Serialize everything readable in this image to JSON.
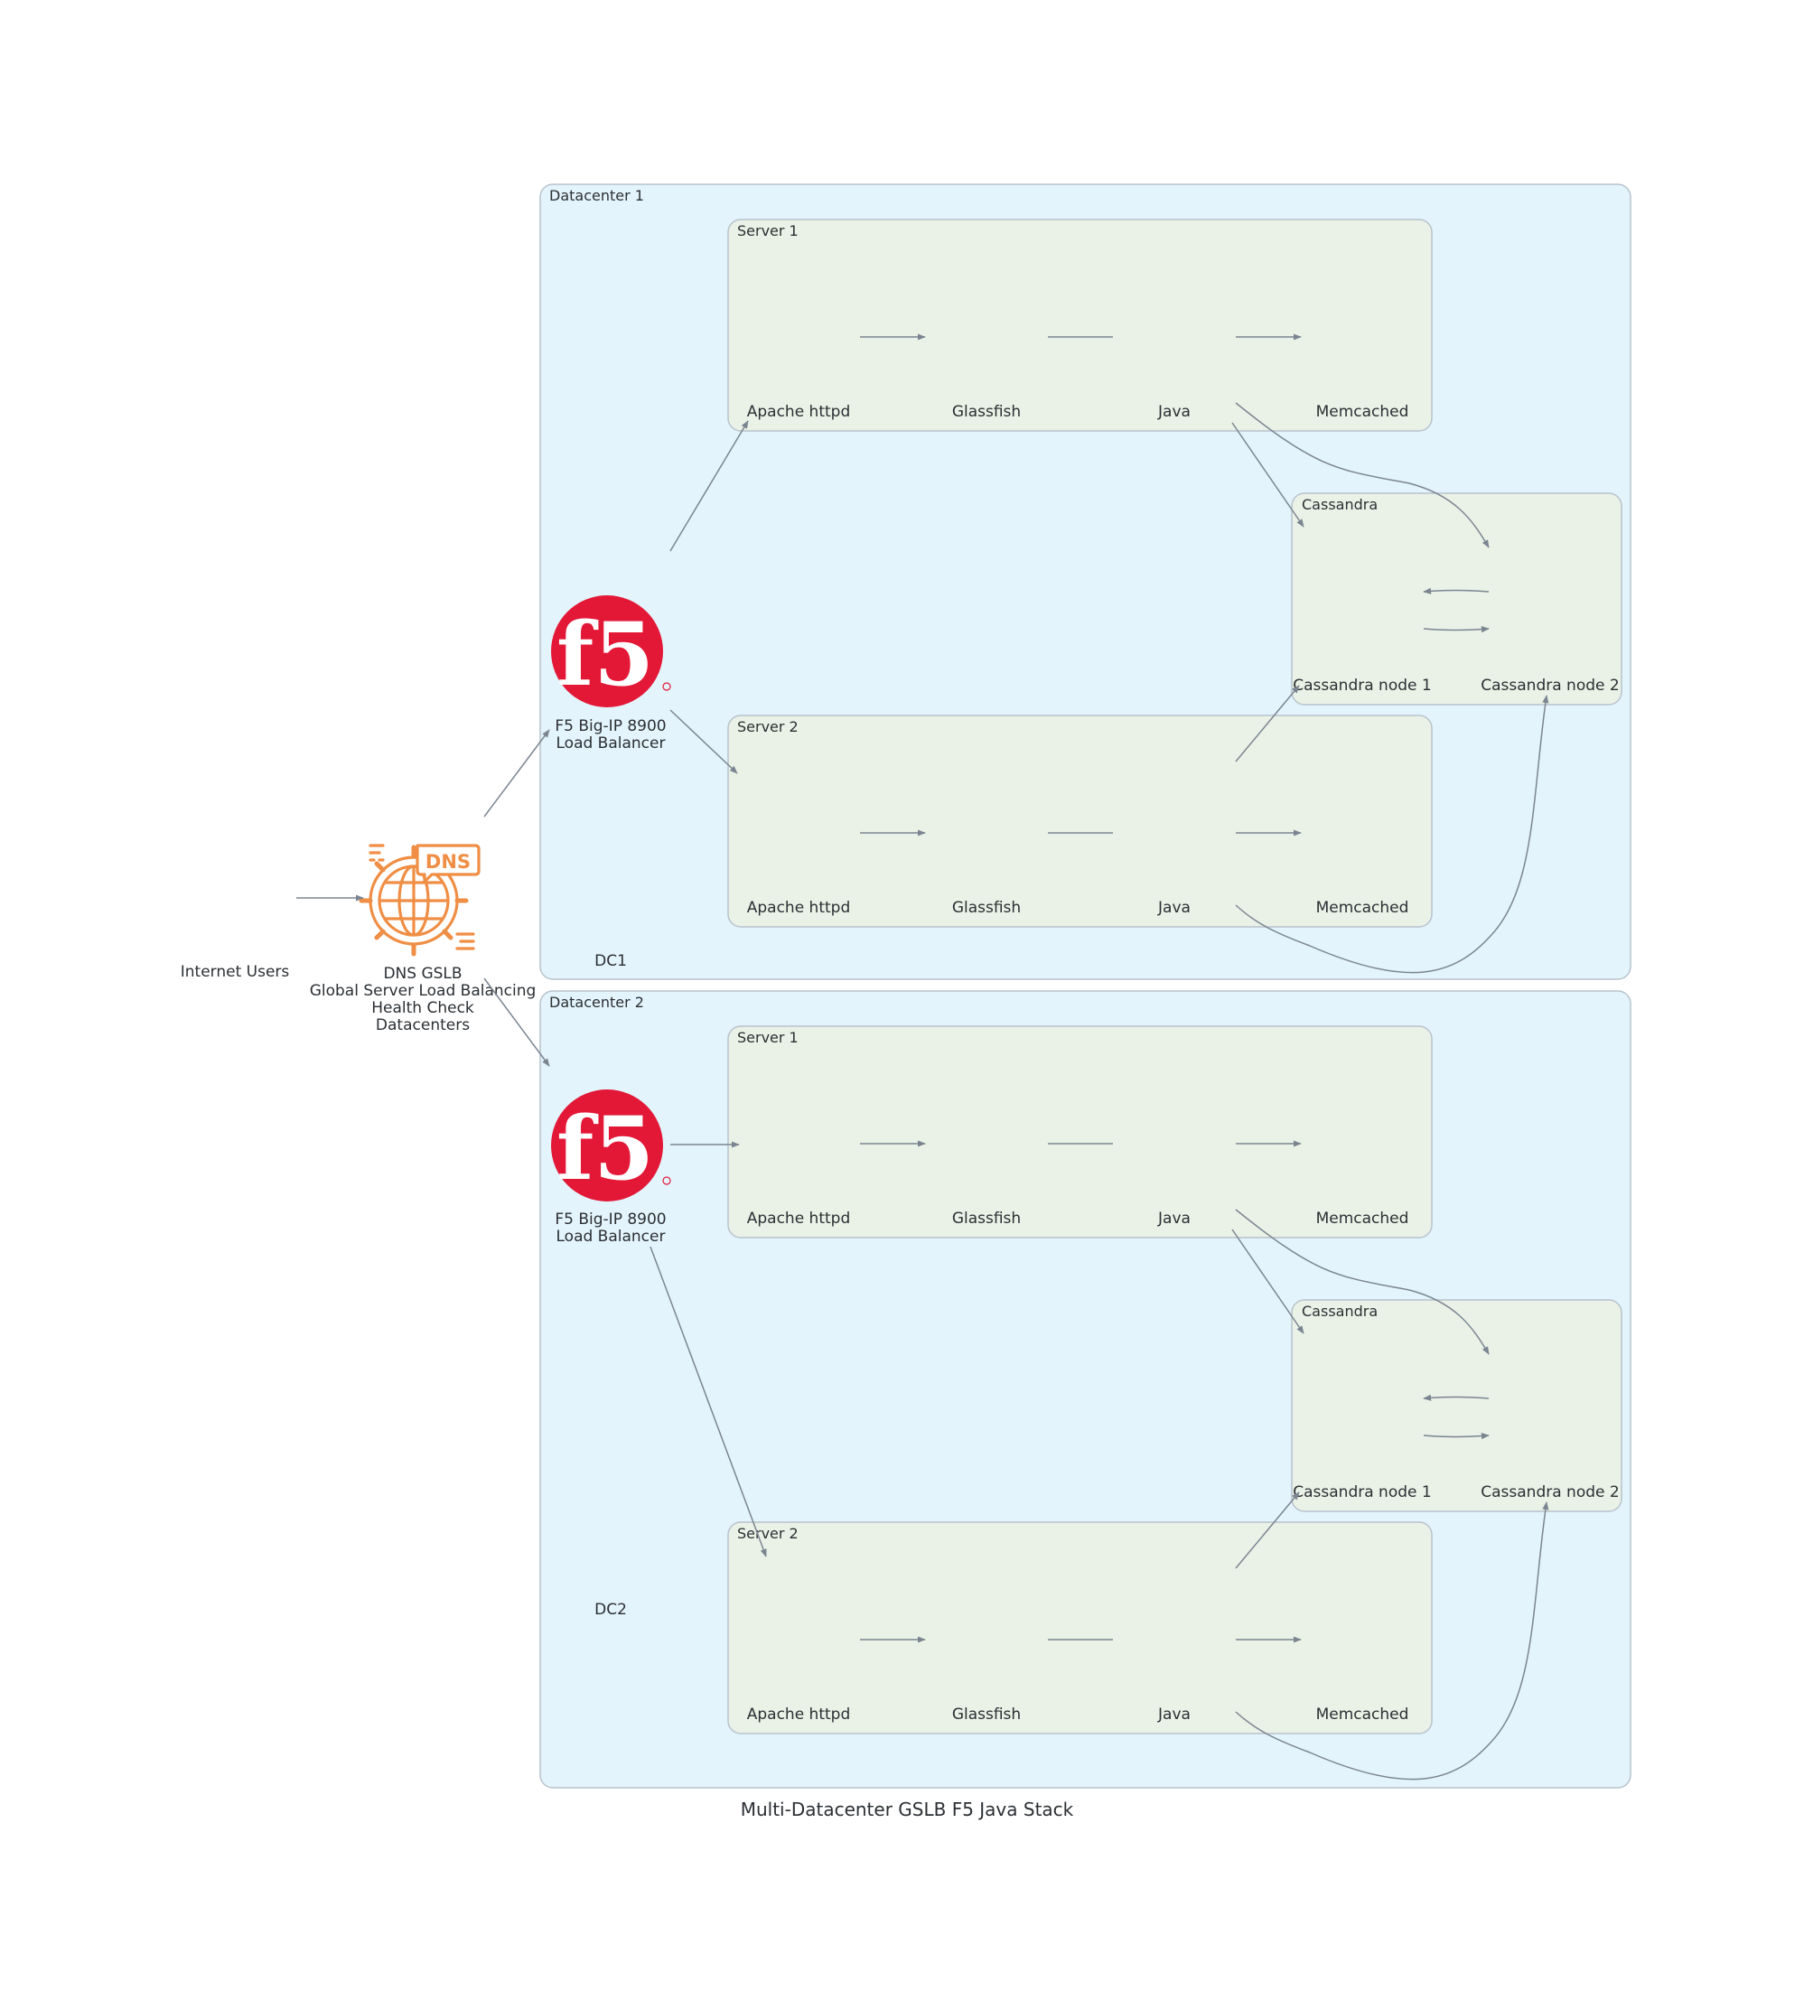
{
  "title": "Multi-Datacenter GSLB F5 Java Stack",
  "internet": {
    "label": "Internet Users"
  },
  "dns": {
    "badge": "DNS",
    "label_lines": [
      "DNS GSLB",
      "Global Server Load Balancing",
      "Health Check",
      "Datacenters"
    ]
  },
  "colors": {
    "datacenter_fill": "#e3f4fc",
    "cluster_fill": "#eaf2e7",
    "border": "#b8c2cc",
    "edge": "#7b8591",
    "f5_red": "#e31837",
    "dns_orange": "#ef8e44"
  },
  "datacenters": [
    {
      "cluster_label": "Datacenter 1",
      "name": "DC1",
      "lb": {
        "logo_text": "f5",
        "label_lines": [
          "F5 Big-IP 8900",
          "Load Balancer"
        ]
      },
      "servers": [
        {
          "cluster_label": "Server 1",
          "nodes": [
            "Apache httpd",
            "Glassfish",
            "Java",
            "Memcached"
          ]
        },
        {
          "cluster_label": "Server 2",
          "nodes": [
            "Apache httpd",
            "Glassfish",
            "Java",
            "Memcached"
          ]
        }
      ],
      "cassandra": {
        "cluster_label": "Cassandra",
        "nodes": [
          "Cassandra node 1",
          "Cassandra node 2"
        ]
      }
    },
    {
      "cluster_label": "Datacenter 2",
      "name": "DC2",
      "lb": {
        "logo_text": "f5",
        "label_lines": [
          "F5 Big-IP 8900",
          "Load Balancer"
        ]
      },
      "servers": [
        {
          "cluster_label": "Server 1",
          "nodes": [
            "Apache httpd",
            "Glassfish",
            "Java",
            "Memcached"
          ]
        },
        {
          "cluster_label": "Server 2",
          "nodes": [
            "Apache httpd",
            "Glassfish",
            "Java",
            "Memcached"
          ]
        }
      ],
      "cassandra": {
        "cluster_label": "Cassandra",
        "nodes": [
          "Cassandra node 1",
          "Cassandra node 2"
        ]
      }
    }
  ]
}
